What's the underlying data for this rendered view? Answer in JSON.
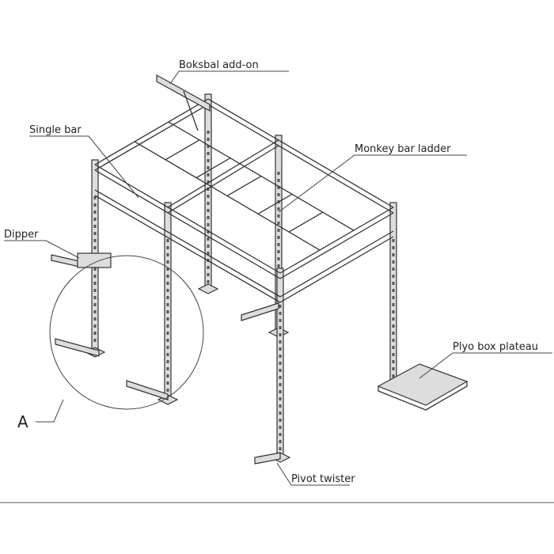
{
  "labels": {
    "boksbal": "Boksbal add-on",
    "single_bar": "Single bar",
    "monkey_bar": "Monkey bar ladder",
    "dipper": "Dipper",
    "plyo": "Plyo box plateau",
    "pivot": "Pivot twister",
    "detail": "A"
  }
}
